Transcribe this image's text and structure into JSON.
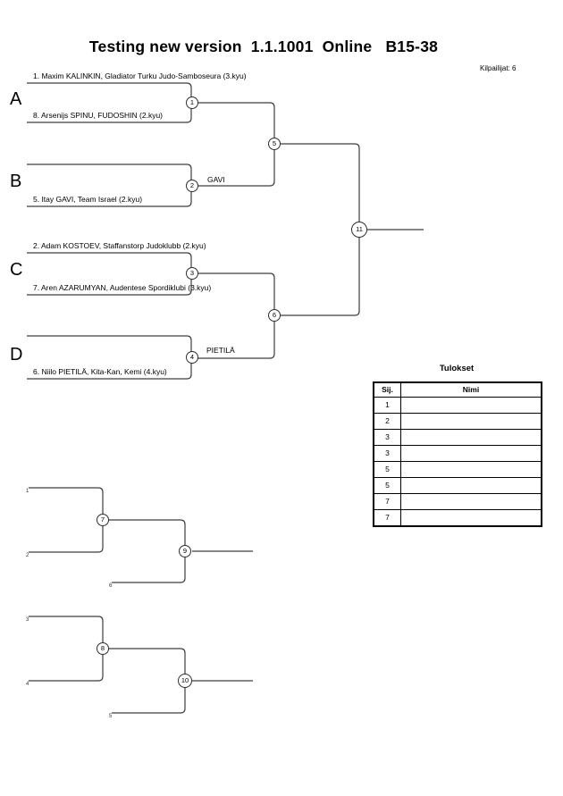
{
  "header": {
    "title": "Testing new version  1.1.1001  Online   B15-38",
    "competitors_label": "Kilpailijat: 6"
  },
  "bracket": {
    "section_labels": [
      "A",
      "B",
      "C",
      "D"
    ],
    "players": {
      "a_top": "1. Maxim KALINKIN, Gladiator Turku Judo-Samboseura (3.kyu)",
      "a_bottom": "8. Arsenijs SPINU, FUDOSHIN (2.kyu)",
      "b_bottom": "5. Itay GAVI, Team Israel (2.kyu)",
      "c_top": "2. Adam KOSTOEV, Staffanstorp Judoklubb (2.kyu)",
      "c_bottom": "7. Aren AZARUMYAN, Audentese Spordiklubi (3.kyu)",
      "d_bottom": "6. Niilo PIETILÄ, Kita-Kan, Kemi (4.kyu)"
    },
    "advancers": {
      "match2": "GAVI",
      "match4": "PIETILÄ"
    },
    "matches": {
      "m1": "1",
      "m2": "2",
      "m3": "3",
      "m4": "4",
      "m5": "5",
      "m6": "6",
      "final": "11"
    }
  },
  "repechage": {
    "matches": {
      "m7": "7",
      "m8": "8",
      "m9": "9",
      "m10": "10"
    },
    "slot_labels": {
      "r1a": "1",
      "r1b": "2",
      "r1c": "6",
      "r2a": "3",
      "r2b": "4",
      "r2c": "5"
    }
  },
  "results": {
    "title": "Tulokset",
    "col_sij": "Sij.",
    "col_nimi": "Nimi",
    "rows": [
      {
        "sij": "1",
        "nimi": ""
      },
      {
        "sij": "2",
        "nimi": ""
      },
      {
        "sij": "3",
        "nimi": ""
      },
      {
        "sij": "3",
        "nimi": ""
      },
      {
        "sij": "5",
        "nimi": ""
      },
      {
        "sij": "5",
        "nimi": ""
      },
      {
        "sij": "7",
        "nimi": ""
      },
      {
        "sij": "7",
        "nimi": ""
      }
    ]
  }
}
